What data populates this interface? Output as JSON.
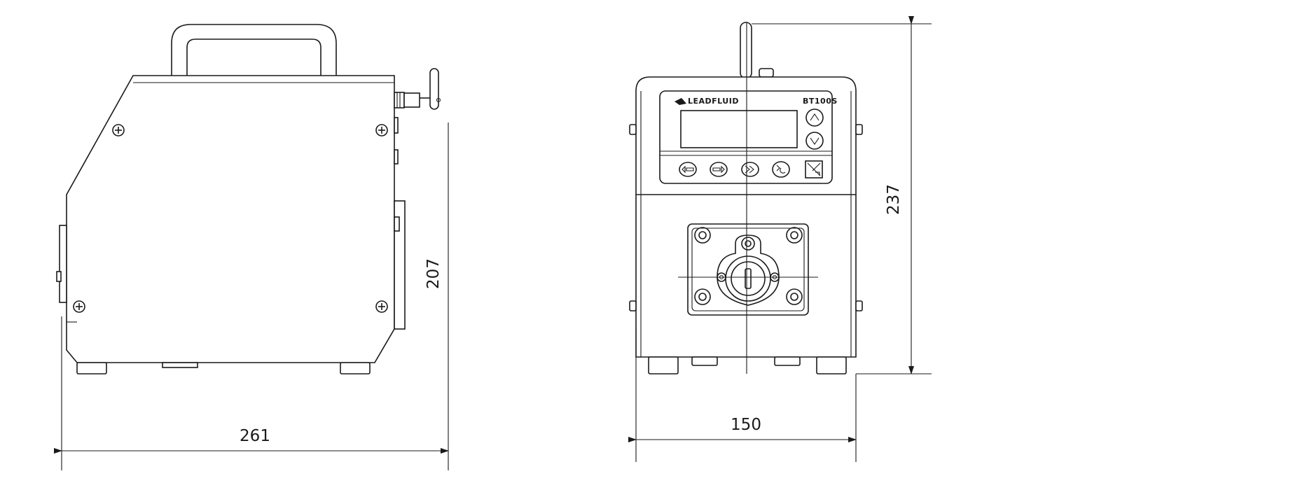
{
  "dimensions": {
    "side_length": "261",
    "side_height": "207",
    "front_width": "150",
    "front_height": "237"
  },
  "panel": {
    "brand": "LEADFLUID",
    "model": "BT100S"
  },
  "icons": {
    "up": "arrow-up-icon",
    "down": "arrow-down-icon",
    "ccw": "ccw-direction-icon",
    "cw": "cw-direction-icon",
    "fast": "fast-run-icon",
    "run": "start-stop-icon",
    "prime": "prime-icon"
  }
}
